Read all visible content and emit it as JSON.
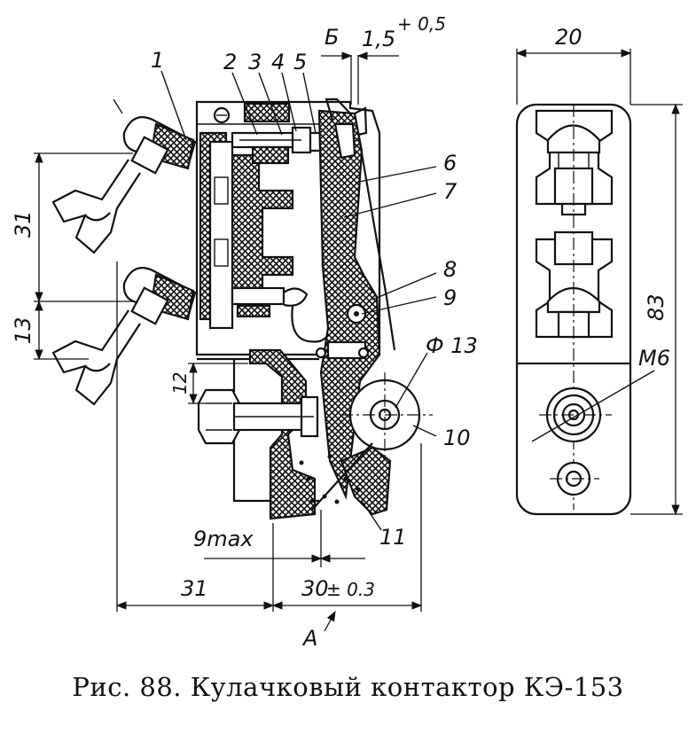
{
  "caption": "Рис. 88.  Кулачковый контактор КЭ-153",
  "parts": [
    "1",
    "2",
    "3",
    "4",
    "5",
    "6",
    "7",
    "8",
    "9",
    "10",
    "11"
  ],
  "dimensions": {
    "d31_vert": "31",
    "d13_vert": "13",
    "d12": "12",
    "d9max": "9max",
    "d31_horiz": "31",
    "d30": "30",
    "d30_tol": "± 0.3",
    "dB_letter": "Б",
    "dB_val": "1,5",
    "dB_tol": "+ 0,5",
    "phi13": "Ф 13",
    "d20": "20",
    "d83": "83",
    "m6": "М6",
    "view_A": "А"
  }
}
